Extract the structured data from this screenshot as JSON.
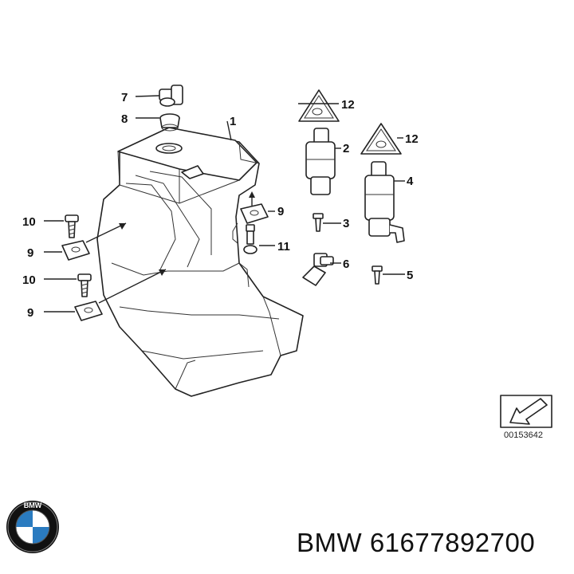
{
  "diagram": {
    "callouts": {
      "c1": "1",
      "c2": "2",
      "c3": "3",
      "c4": "4",
      "c5": "5",
      "c6": "6",
      "c7": "7",
      "c8": "8",
      "c9a": "9",
      "c9b": "9",
      "c9c": "9",
      "c10a": "10",
      "c10b": "10",
      "c11": "11",
      "c12a": "12",
      "c12b": "12"
    },
    "reference_number": "00153642"
  },
  "caption": {
    "brand": "BMW",
    "part_number": "61677892700",
    "logo_letters": "BMW"
  },
  "colors": {
    "ink": "#222222",
    "logo_blue": "#2a7bc0"
  }
}
